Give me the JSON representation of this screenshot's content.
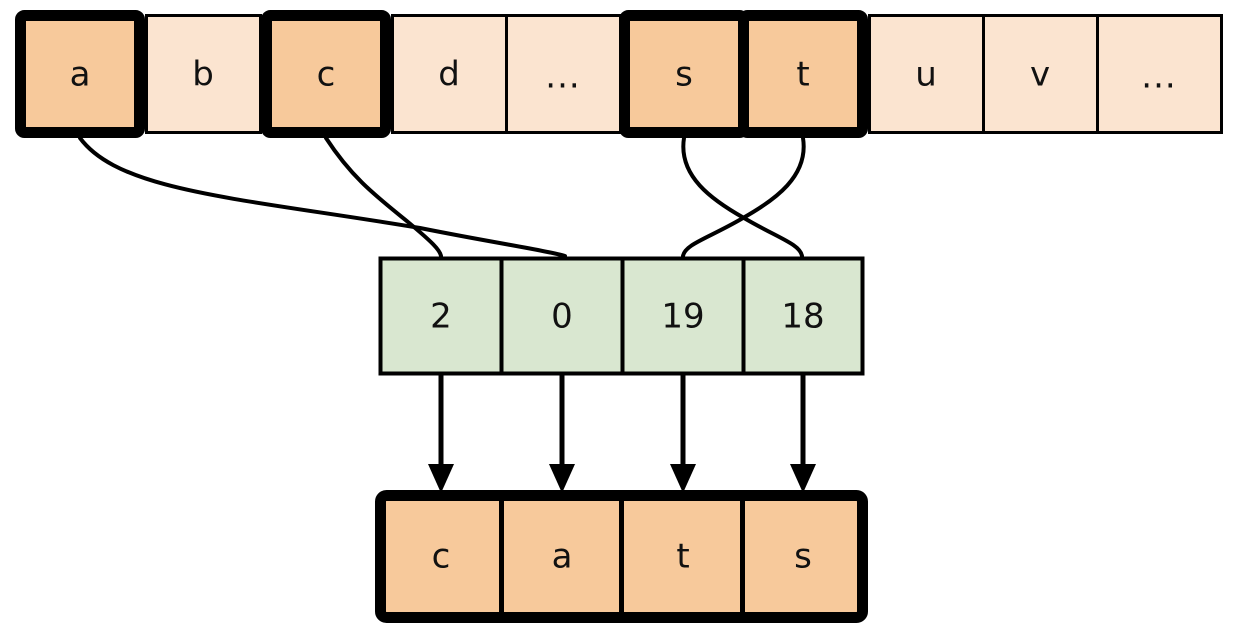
{
  "diagram": {
    "title": "alphabet-index-to-word-mapping",
    "colors": {
      "highlight_fill": "#F7C99B",
      "plain_fill": "#FBE4D0",
      "index_fill": "#D9E7D0",
      "output_fill": "#F7C99B",
      "stroke": "#000000",
      "background": "#FFFFFF"
    },
    "alphabet_row": {
      "name": "alphabet-strip",
      "cells": [
        {
          "label": "a",
          "highlighted": true,
          "emphasized": true
        },
        {
          "label": "b",
          "highlighted": false,
          "emphasized": false
        },
        {
          "label": "c",
          "highlighted": true,
          "emphasized": true
        },
        {
          "label": "d",
          "highlighted": false,
          "emphasized": false
        },
        {
          "label": "...",
          "highlighted": false,
          "emphasized": false
        },
        {
          "label": "s",
          "highlighted": true,
          "emphasized": true
        },
        {
          "label": "t",
          "highlighted": true,
          "emphasized": true
        },
        {
          "label": "u",
          "highlighted": false,
          "emphasized": false
        },
        {
          "label": "v",
          "highlighted": false,
          "emphasized": false
        },
        {
          "label": "...",
          "highlighted": false,
          "emphasized": false
        }
      ]
    },
    "index_row": {
      "name": "index-strip",
      "cells": [
        {
          "label": "2"
        },
        {
          "label": "0"
        },
        {
          "label": "19"
        },
        {
          "label": "18"
        }
      ]
    },
    "output_row": {
      "name": "output-strip",
      "cells": [
        {
          "label": "c"
        },
        {
          "label": "a"
        },
        {
          "label": "t"
        },
        {
          "label": "s"
        }
      ]
    },
    "connectors": [
      {
        "name": "connector-a-to-0",
        "from": "a",
        "to": "0"
      },
      {
        "name": "connector-c-to-2",
        "from": "c",
        "to": "2"
      },
      {
        "name": "connector-s-to-18",
        "from": "s",
        "to": "18"
      },
      {
        "name": "connector-t-to-19",
        "from": "t",
        "to": "19"
      }
    ],
    "arrows": [
      {
        "name": "arrow-2-to-c",
        "from": "2",
        "to": "c"
      },
      {
        "name": "arrow-0-to-a",
        "from": "0",
        "to": "a"
      },
      {
        "name": "arrow-19-to-t",
        "from": "19",
        "to": "t"
      },
      {
        "name": "arrow-18-to-s",
        "from": "18",
        "to": "s"
      }
    ]
  }
}
